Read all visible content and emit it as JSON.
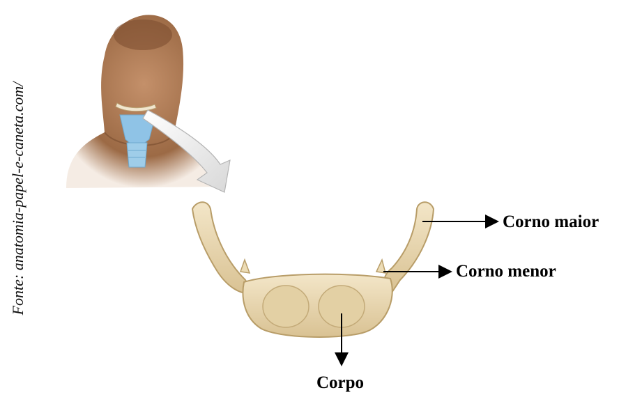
{
  "source_text": "Fonte: anatomia-papel-e-caneta.com/",
  "labels": {
    "greater_horn": "Corno maior",
    "lesser_horn": "Corno menor",
    "body": "Corpo"
  },
  "colors": {
    "bone": "#e8d7b0",
    "bone_shadow": "#c9b283",
    "skin": "#a8754f",
    "larynx": "#8fc3e6",
    "arrow": "#000000"
  }
}
